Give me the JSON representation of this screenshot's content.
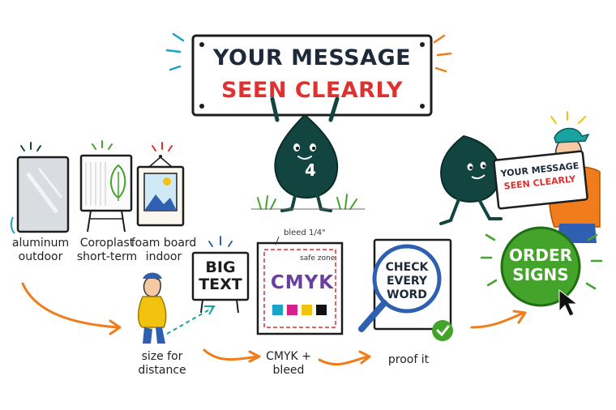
{
  "banner": {
    "line1": "YOUR MESSAGE",
    "line2": "SEEN CLEARLY"
  },
  "mascot_number": "4",
  "mini_banner": {
    "line1": "YOUR MESSAGE",
    "line2": "SEEN CLEARLY"
  },
  "materials": [
    {
      "name": "aluminum",
      "use": "outdoor"
    },
    {
      "name": "Coroplast",
      "use": "short-term"
    },
    {
      "name": "foam board",
      "use": "indoor"
    }
  ],
  "steps": [
    {
      "sign_text": "BIG\nTEXT",
      "caption_l1": "size for",
      "caption_l2": "distance"
    },
    {
      "sign_text": "CMYK",
      "bleed_note": "bleed 1/4\"",
      "safe_note": "safe zone",
      "caption_l1": "CMYK +",
      "caption_l2": "bleed"
    },
    {
      "sign_text": "CHECK\nEVERY\nWORD",
      "caption_l1": "proof it"
    },
    {
      "sign_text": "ORDER\nSIGNS"
    }
  ],
  "colors": {
    "navy": "#1e2a3a",
    "red": "#e03131",
    "teal_dark": "#12453f",
    "orange": "#f07c1c",
    "green": "#43a32a",
    "blue": "#2f5fb0",
    "cyan": "#1aa3c7",
    "magenta": "#d6218a",
    "yellow": "#f2c20f",
    "black": "#111111"
  },
  "icons": [
    "sparkle-icon",
    "leaf-icon",
    "mountain-picture-icon",
    "magnifier-icon",
    "check-icon",
    "cursor-icon",
    "grass-icon"
  ]
}
